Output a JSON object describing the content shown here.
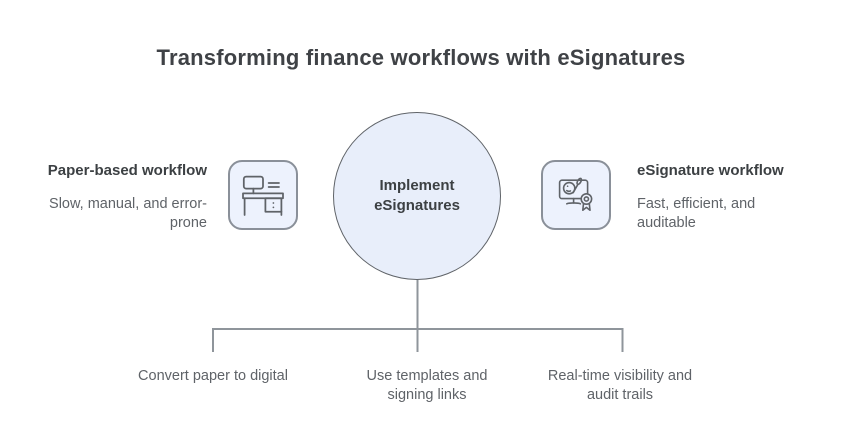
{
  "title": "Transforming finance workflows with eSignatures",
  "center_node": {
    "label": "Implement eSignatures"
  },
  "left_item": {
    "heading": "Paper-based workflow",
    "description": "Slow, manual, and error-prone",
    "icon": "desk-workstation-icon"
  },
  "right_item": {
    "heading": "eSignature workflow",
    "description": "Fast, efficient, and auditable",
    "icon": "monitor-award-icon"
  },
  "bottom_items": [
    {
      "label": "Convert paper to digital"
    },
    {
      "label": "Use templates and signing links"
    },
    {
      "label": "Real-time visibility and audit trails"
    }
  ],
  "colors": {
    "node_fill": "#e8eefa",
    "icon_box_fill": "#edf2fd",
    "icon_box_border": "#8a9099",
    "node_border": "#5f6368",
    "connector": "#8f959b",
    "heading_text": "#3c4043",
    "body_text": "#5f6368"
  }
}
